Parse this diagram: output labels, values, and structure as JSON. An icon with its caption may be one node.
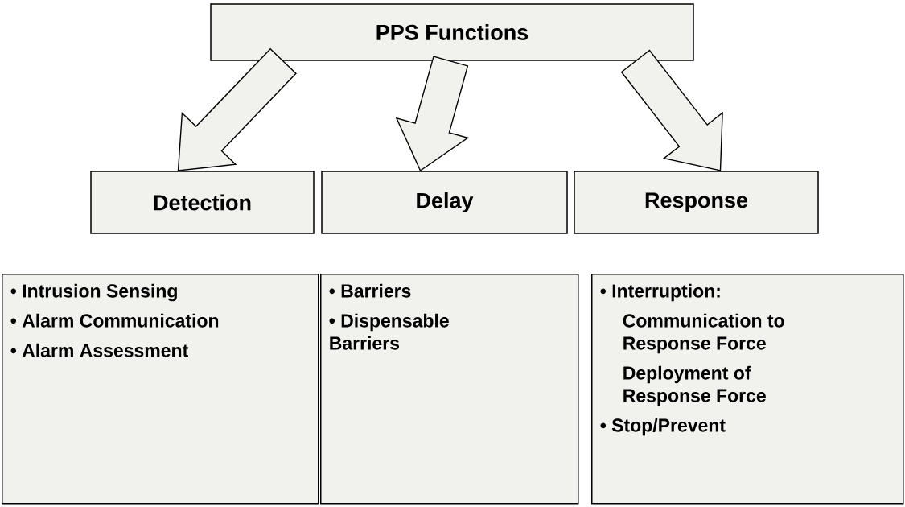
{
  "diagram": {
    "nodes": [
      {
        "text": [
          "PPS Functions"
        ]
      },
      {
        "text": [
          "Detection"
        ]
      },
      {
        "text": [
          "Delay"
        ]
      },
      {
        "text": [
          "Response"
        ]
      },
      {
        "text": [
          "• Intrusion Sensing",
          "• Alarm Communication",
          "• Alarm Assessment"
        ]
      },
      {
        "text": [
          "• Barriers",
          "• Dispensable Barriers"
        ]
      },
      {
        "text": [
          "• Interruption:",
          "Communication to Response Force",
          "Deployment of Response Force",
          "• Stop/Prevent"
        ]
      }
    ],
    "edges": [
      {
        "from": 0,
        "to": 1,
        "arrow": "to"
      },
      {
        "from": 0,
        "to": 2,
        "arrow": "to"
      },
      {
        "from": 0,
        "to": 3,
        "arrow": "to"
      }
    ]
  }
}
